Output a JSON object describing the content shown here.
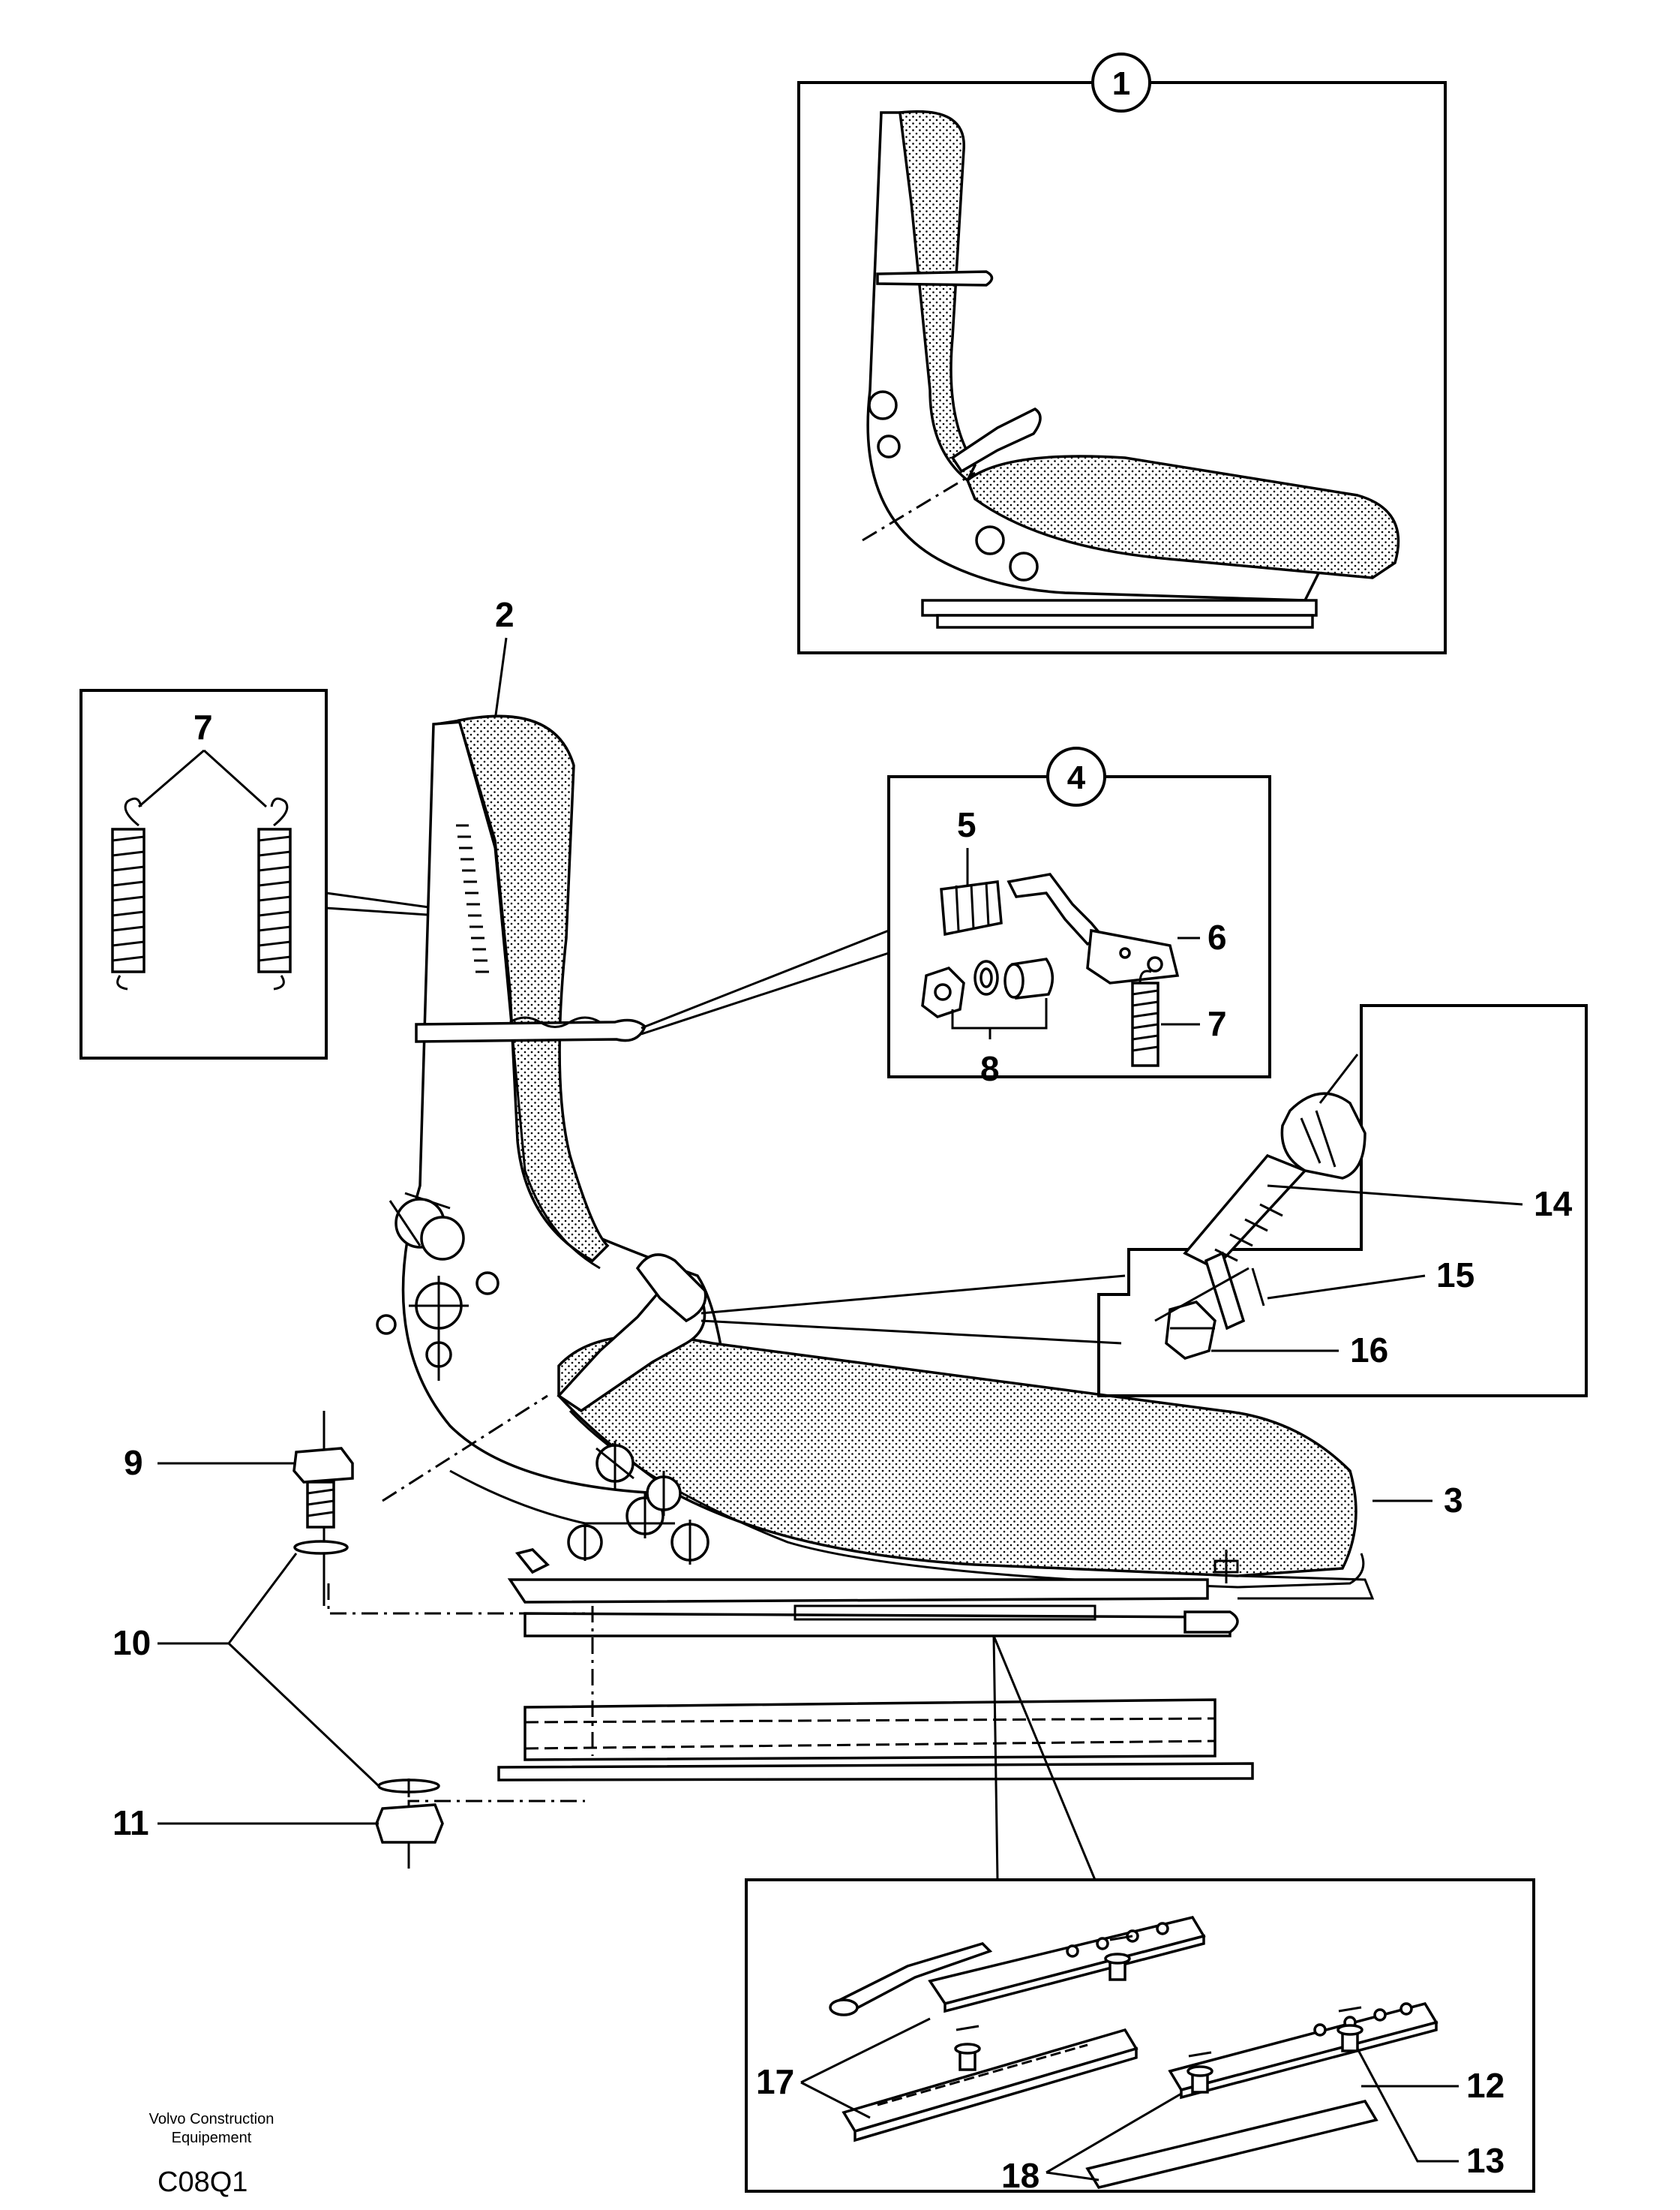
{
  "diagram": {
    "callouts": {
      "c1": "1",
      "c4": "4"
    },
    "labels": {
      "l2": "2",
      "l3": "3",
      "l5": "5",
      "l6": "6",
      "l7_spring": "7",
      "l7_detail": "7",
      "l8": "8",
      "l9": "9",
      "l10": "10",
      "l11": "11",
      "l12": "12",
      "l13": "13",
      "l14": "14",
      "l15": "15",
      "l16": "16",
      "l17": "17",
      "l18": "18"
    },
    "footer": {
      "line1": "Volvo Construction",
      "line2": "Equipement",
      "code": "C08Q1"
    }
  }
}
